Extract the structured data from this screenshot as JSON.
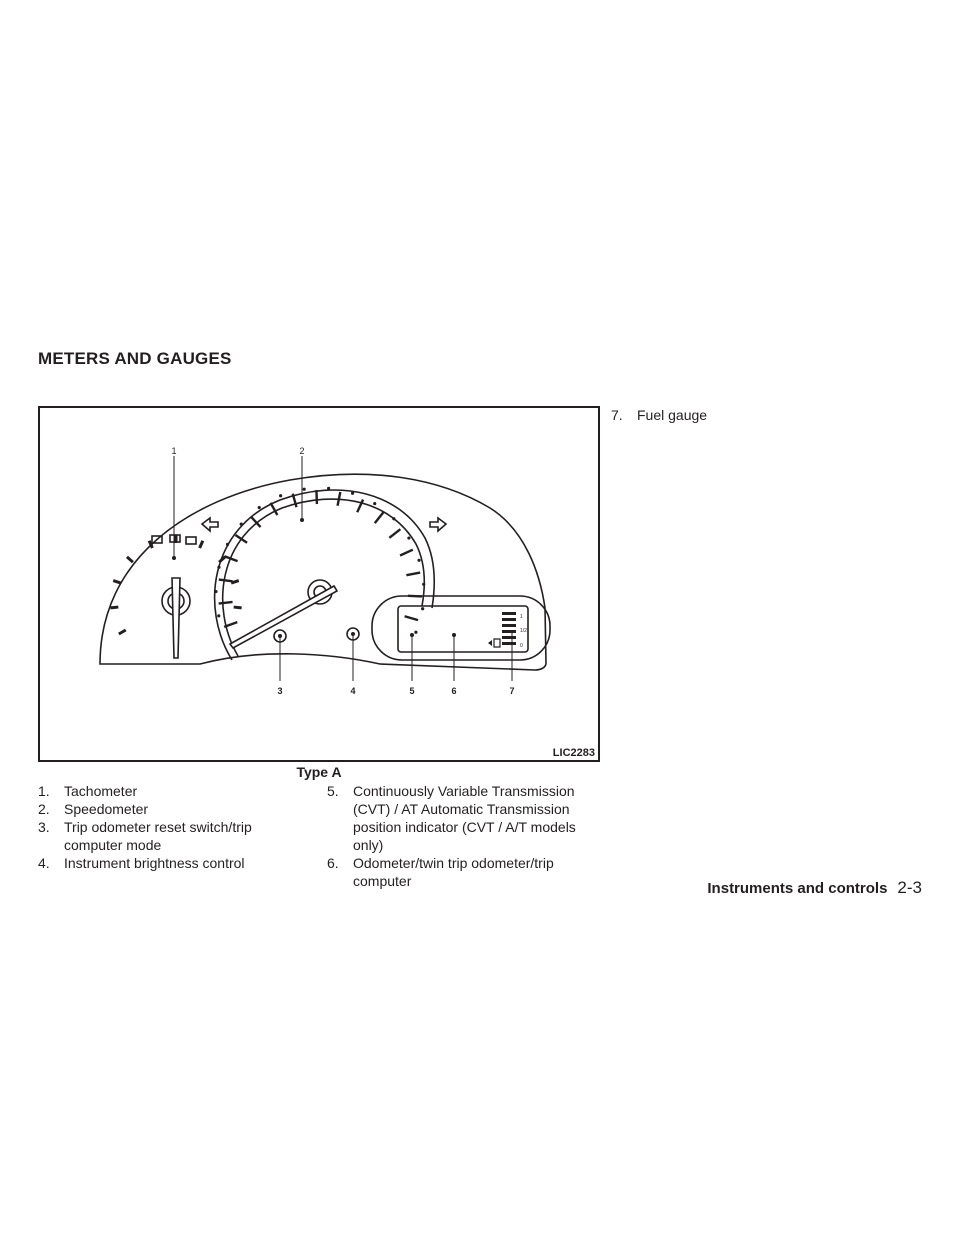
{
  "section_title": "METERS AND GAUGES",
  "figure": {
    "code": "LIC2283",
    "callout_numbers": [
      "1",
      "2",
      "3",
      "4",
      "5",
      "6",
      "7"
    ],
    "fuel_marks": [
      "1",
      "1/2",
      "0"
    ],
    "caption": "Type A"
  },
  "legend": [
    {
      "num": "1.",
      "text": "Tachometer"
    },
    {
      "num": "2.",
      "text": "Speedometer"
    },
    {
      "num": "3.",
      "text": "Trip odometer reset switch/trip computer mode"
    },
    {
      "num": "4.",
      "text": "Instrument brightness control"
    },
    {
      "num": "5.",
      "text": "Continuously Variable Transmission (CVT) / AT Automatic Transmission position indicator (CVT / A/T models only)"
    },
    {
      "num": "6.",
      "text": "Odometer/twin trip odometer/trip computer"
    },
    {
      "num": "7.",
      "text": "Fuel gauge"
    }
  ],
  "footer": {
    "section": "Instruments and controls",
    "page": "2-3"
  }
}
